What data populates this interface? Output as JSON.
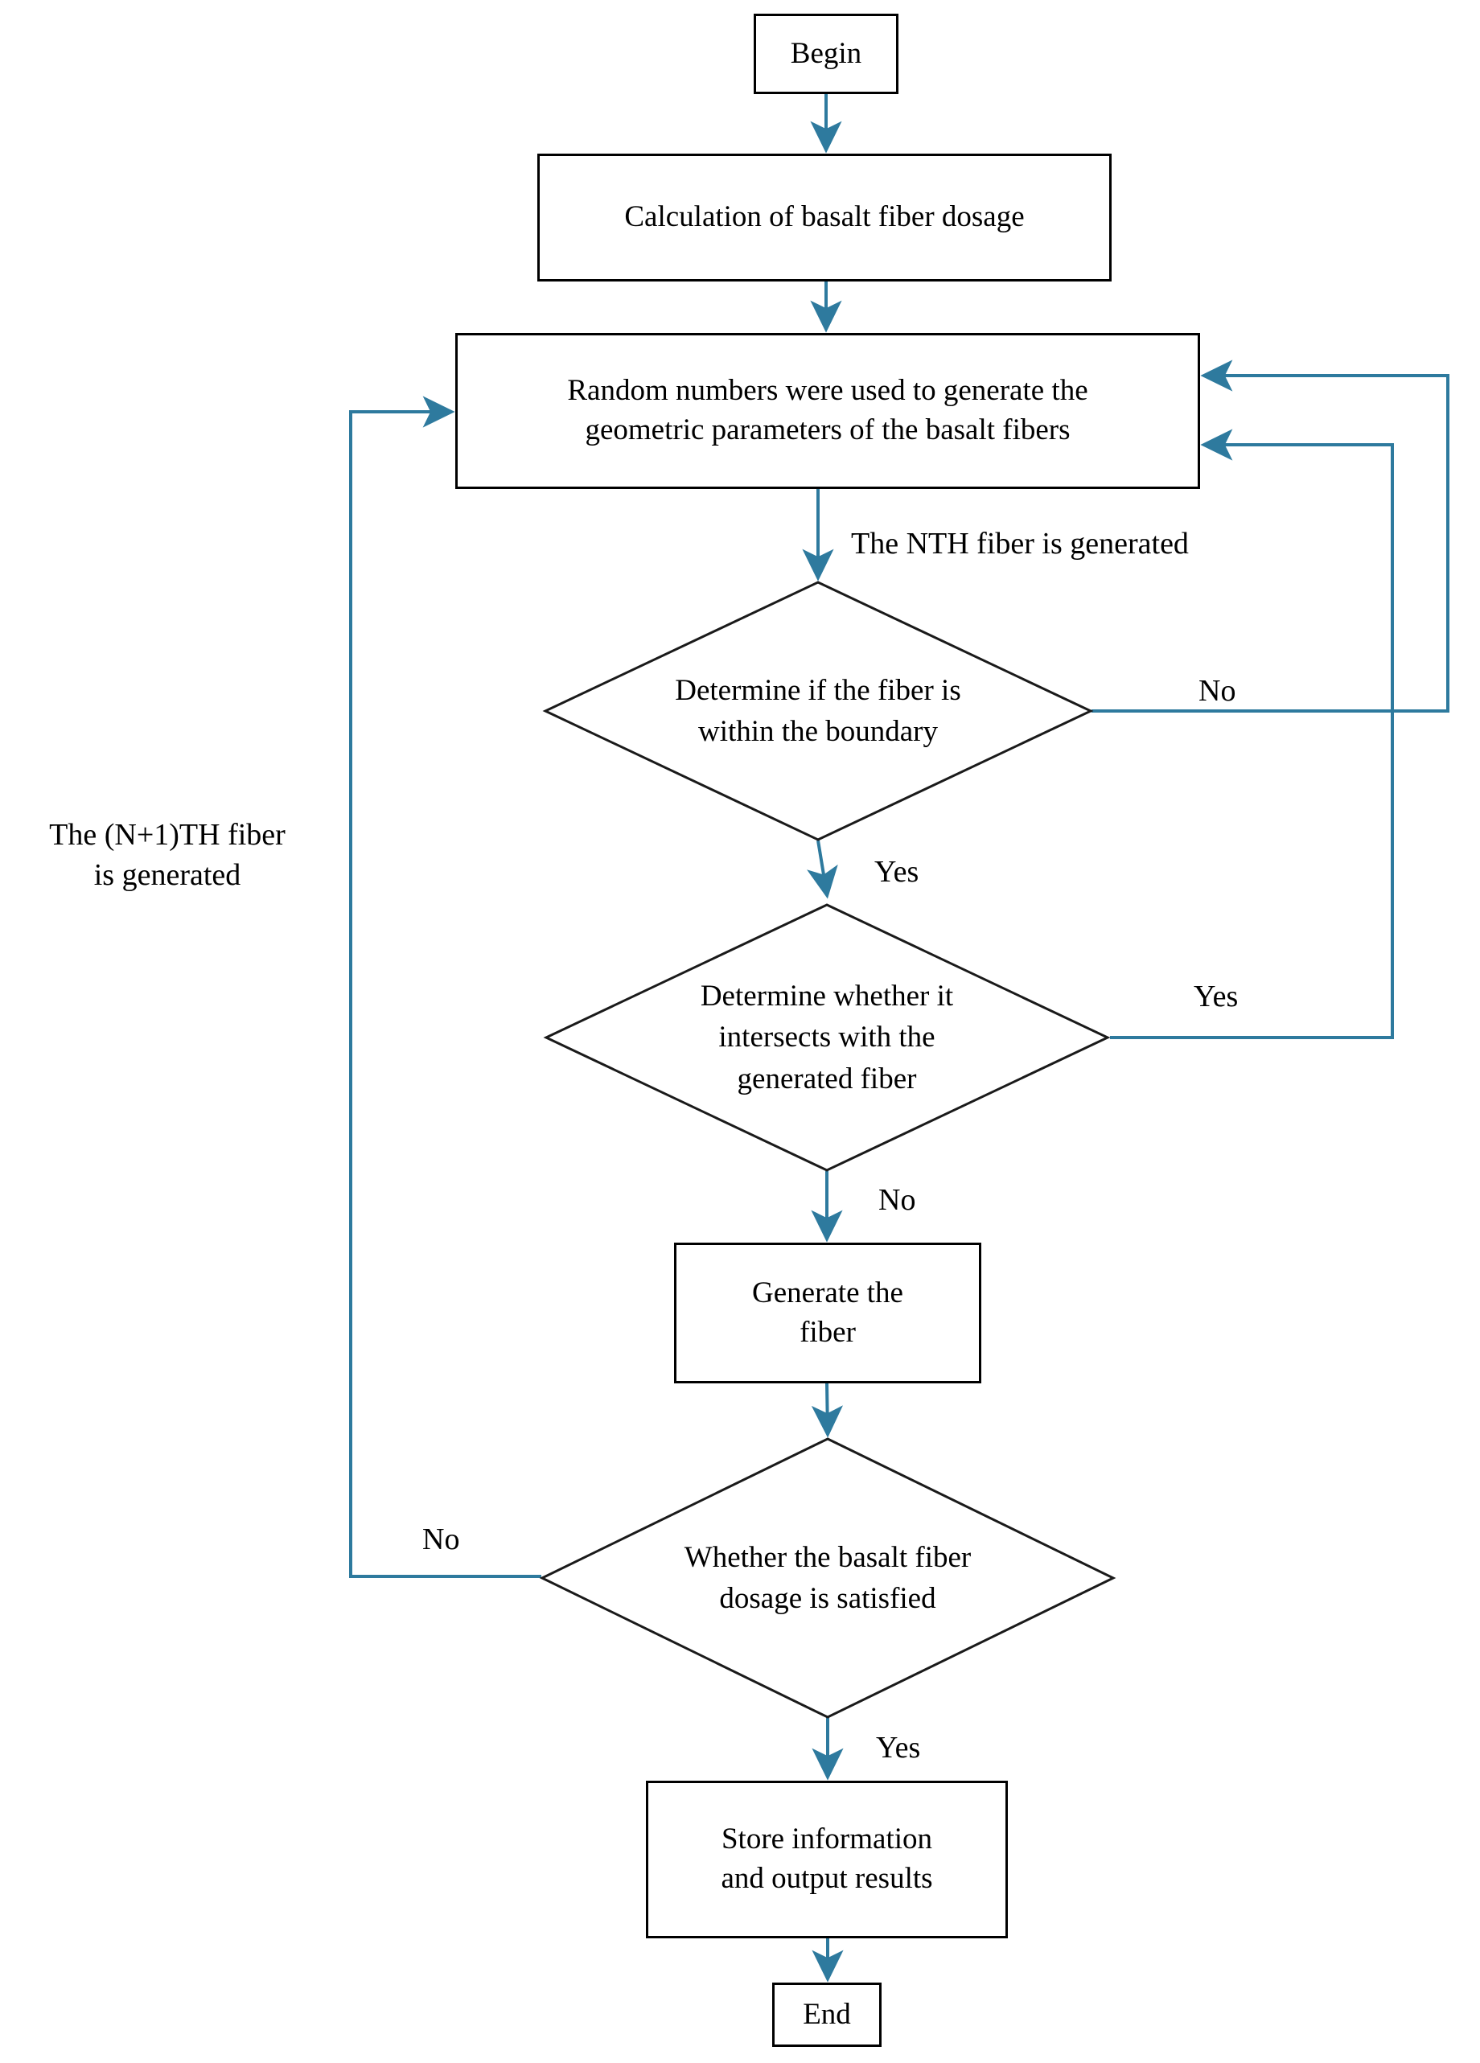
{
  "diagram": {
    "type": "flowchart",
    "title": "Basalt fiber random generation algorithm flowchart",
    "line_color": "#2E7A9E",
    "shape_border_color": "#000000",
    "background_color": "#FFFFFF",
    "nodes": {
      "begin": {
        "label": "Begin",
        "shape": "process"
      },
      "calculation": {
        "label": "Calculation of basalt fiber dosage",
        "shape": "process"
      },
      "random": {
        "label": "Random numbers were used to generate the\ngeometric parameters of the basalt fibers",
        "shape": "process"
      },
      "boundary_check": {
        "label": "Determine if the fiber is\nwithin the boundary",
        "shape": "decision"
      },
      "intersect_check": {
        "label": "Determine whether it\nintersects with the\ngenerated fiber",
        "shape": "decision"
      },
      "generate_fiber": {
        "label": "Generate the\nfiber",
        "shape": "process"
      },
      "dosage_check": {
        "label": "Whether the basalt fiber\ndosage is satisfied",
        "shape": "decision"
      },
      "store": {
        "label": "Store information\nand output results",
        "shape": "process"
      },
      "end": {
        "label": "End",
        "shape": "process"
      }
    },
    "edge_labels": {
      "nth_fiber_generated": "The NTH fiber is generated",
      "boundary_no": "No",
      "boundary_yes": "Yes",
      "intersect_yes": "Yes",
      "intersect_no": "No",
      "dosage_no": "No",
      "dosage_yes": "Yes"
    },
    "side_notes": {
      "next_fiber": "The (N+1)TH fiber\nis generated"
    }
  }
}
